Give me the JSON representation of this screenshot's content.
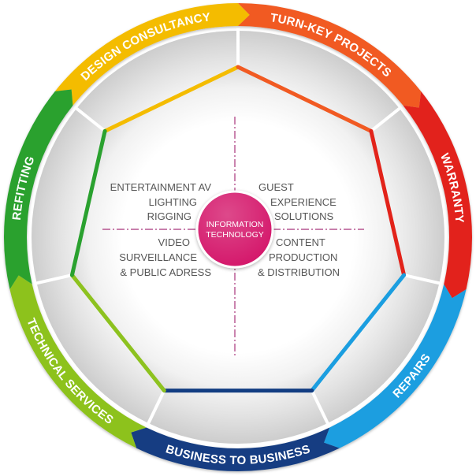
{
  "diagram": {
    "ring_segments": [
      {
        "label": "DESIGN CONSULTANCY",
        "color": "#f4bc00"
      },
      {
        "label": "TURN-KEY PROJECTS",
        "color": "#f15a22"
      },
      {
        "label": "WARRANTY",
        "color": "#e2231a"
      },
      {
        "label": "REPAIRS",
        "color": "#1b9ee0"
      },
      {
        "label": "BUSINESS TO BUSINESS",
        "color": "#123d82"
      },
      {
        "label": "TECHNICAL SERVICES",
        "color": "#8dc21f"
      },
      {
        "label": "REFITTING",
        "color": "#2aa12f"
      }
    ],
    "quadrants": {
      "top_left": [
        "ENTERTAINMENT AV",
        "LIGHTING",
        "RIGGING"
      ],
      "top_right": [
        "GUEST",
        "EXPERIENCE",
        "SOLUTIONS"
      ],
      "bottom_left": [
        "VIDEO",
        "SURVEILLANCE",
        "& PUBLIC ADRESS"
      ],
      "bottom_right": [
        "CONTENT",
        "PRODUCTION",
        "& DISTRIBUTION"
      ]
    },
    "center": {
      "lines": [
        "INFORMATION",
        "TECHNOLOGY"
      ],
      "color": "#d4156b"
    },
    "crosshair_color": "#a8337a",
    "text_color": "#565656"
  }
}
